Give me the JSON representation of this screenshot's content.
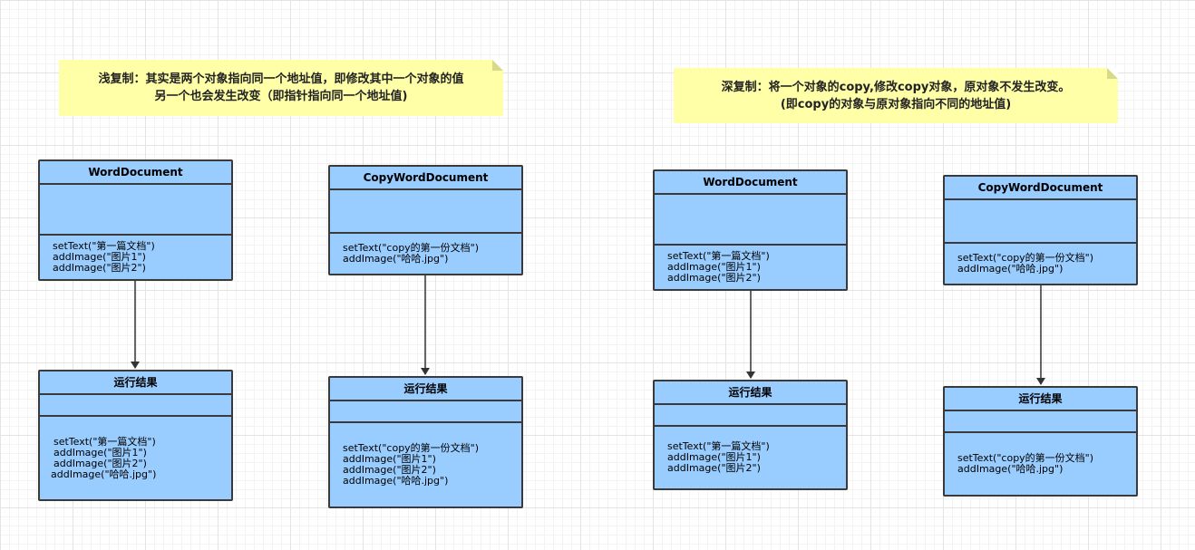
{
  "notes": {
    "shallow": {
      "line1": "浅复制：其实是两个对象指向同一个地址值，即修改其中一个对象的值",
      "line2": "另一个也会发生改变（即指针指向同一个地址值)"
    },
    "deep": {
      "line1": "深复制：将一个对象的copy,修改copy对象，原对象不发生改变。",
      "line2": "(即copy的对象与原对象指向不同的地址值)"
    }
  },
  "boxes": {
    "s_word": {
      "title": "WordDocument",
      "methods": [
        "setText(\"第一篇文档\")",
        "addImage(\"图片1\")",
        "addImage(\"图片2\")"
      ]
    },
    "s_result": {
      "title": "运行结果",
      "methods": [
        "setText(\"第一篇文档\")",
        "addImage(\"图片1\")",
        "addImage(\"图片2\")",
        "addImage(\"哈哈.jpg\")"
      ]
    },
    "s_copy": {
      "title": "CopyWordDocument",
      "methods": [
        "setText(\"copy的第一份文档\")",
        "addImage(\"哈哈.jpg\")"
      ]
    },
    "s_copy_result": {
      "title": "运行结果",
      "methods": [
        "setText(\"copy的第一份文档\")",
        "addImage(\"图片1\")",
        "addImage(\"图片2\")",
        "addImage(\"哈哈.jpg\")"
      ]
    },
    "d_word": {
      "title": "WordDocument",
      "methods": [
        "setText(\"第一篇文档\")",
        "addImage(\"图片1\")",
        "addImage(\"图片2\")"
      ]
    },
    "d_result": {
      "title": "运行结果",
      "methods": [
        "setText(\"第一篇文档\")",
        "addImage(\"图片1\")",
        "addImage(\"图片2\")"
      ]
    },
    "d_copy": {
      "title": "CopyWordDocument",
      "methods": [
        "setText(\"copy的第一份文档\")",
        "addImage(\"哈哈.jpg\")"
      ]
    },
    "d_copy_result": {
      "title": "运行结果",
      "methods": [
        "setText(\"copy的第一份文档\")",
        "addImage(\"哈哈.jpg\")"
      ]
    }
  },
  "colors": {
    "box_fill": "#99ccff",
    "box_border": "#3a3a3a",
    "note_fill": "#ffffa8",
    "arrow": "#333333"
  }
}
